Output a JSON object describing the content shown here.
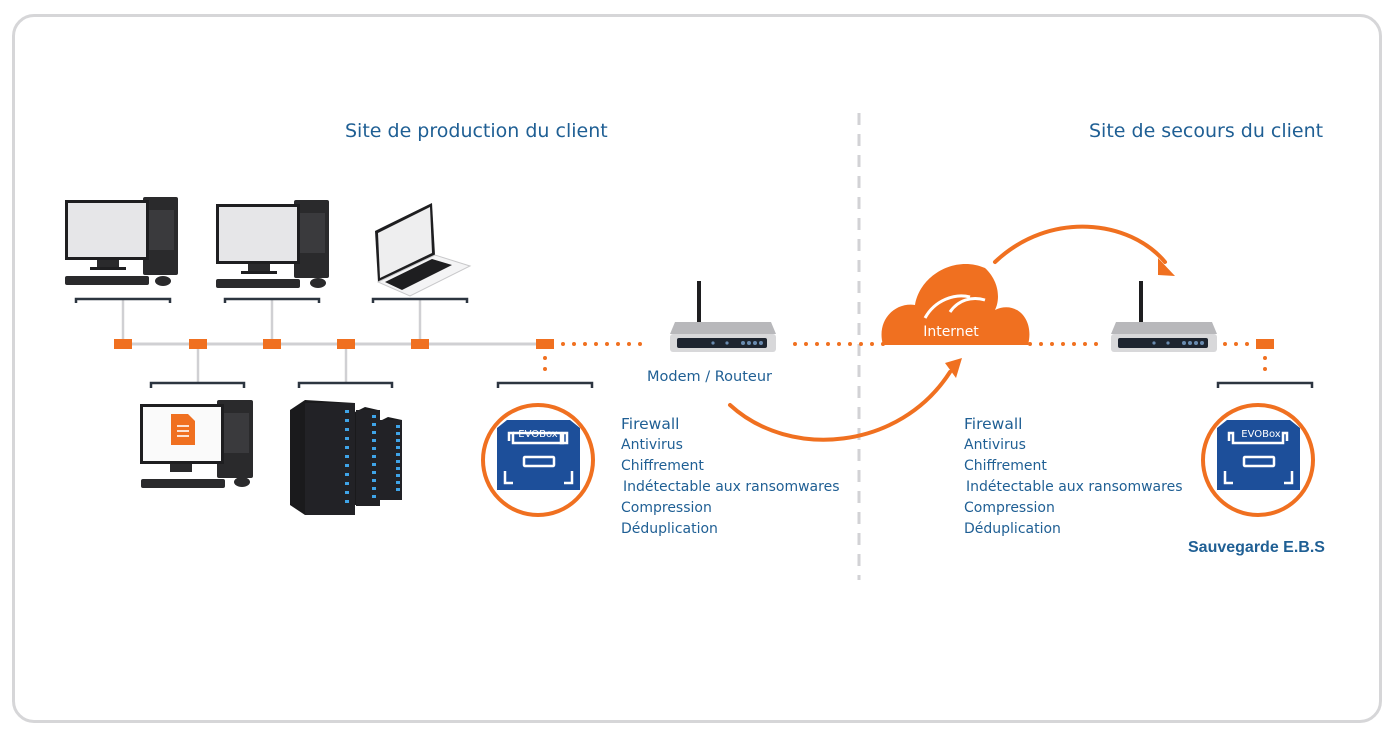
{
  "titles": {
    "production": "Site de production du client",
    "backup": "Site de secours du client"
  },
  "router_label": "Modem / Routeur",
  "cloud_label": "Internet",
  "box_label": "EVOBox",
  "backup_label": "Sauvegarde E.B.S",
  "features_left": [
    "Firewall",
    "Antivirus",
    "Chiffrement",
    "Indétectable aux ransomwares",
    "Compression",
    "Déduplication"
  ],
  "features_right": [
    "Firewall",
    "Antivirus",
    "Chiffrement",
    "Indétectable aux ransomwares",
    "Compression",
    "Déduplication"
  ],
  "colors": {
    "accent": "#f07020",
    "text": "#1f5f94",
    "box": "#1d4f9a",
    "line": "#d0d0d3",
    "bracket": "#2c3540"
  }
}
